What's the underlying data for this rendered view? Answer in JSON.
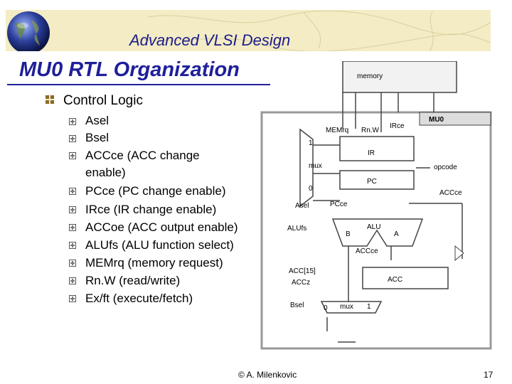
{
  "header": {
    "title": "Advanced VLSI Design",
    "globe_icon": "globe-icon"
  },
  "slide": {
    "title": "MU0 RTL Organization"
  },
  "bullets": {
    "level1": "Control Logic",
    "items": [
      "Asel",
      "Bsel",
      "ACCce (ACC change enable)",
      "PCce (PC change enable)",
      "IRce (IR change enable)",
      "ACCoe (ACC output enable)",
      "ALUfs (ALU function select)",
      "MEMrq (memory request)",
      "Rn.W (read/write)",
      "Ex/ft (execute/fetch)"
    ]
  },
  "diagram": {
    "memory": "memory",
    "mu0": "MU0",
    "memrq": "MEMrq",
    "rnw": "Rn.W",
    "irce": "IRce",
    "ir": "IR",
    "opcode": "opcode",
    "pc": "PC",
    "accce_right": "ACCce",
    "asel": "Asel",
    "pcce": "PCce",
    "alufs": "ALUfs",
    "alu": "ALU",
    "b": "B",
    "a": "A",
    "accce_mid": "ACCce",
    "acc15": "ACC[15]",
    "accz": "ACCz",
    "acc": "ACC",
    "bsel": "Bsel",
    "mux_bottom": "mux",
    "zero_bottom": "0",
    "one_bottom": "1",
    "mux_left": "mux",
    "one_left": "1",
    "zero_left": "0"
  },
  "footer": {
    "author": "© A. Milenkovic",
    "page": "17"
  }
}
